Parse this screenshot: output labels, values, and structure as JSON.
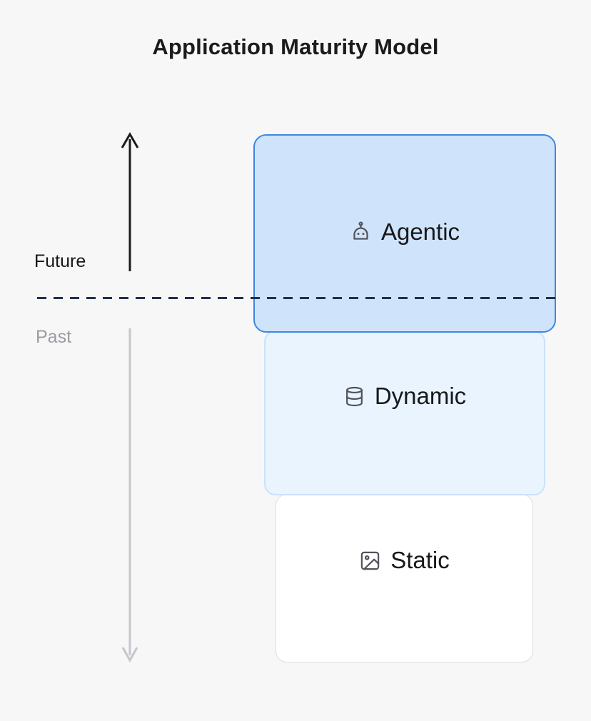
{
  "title": "Application Maturity Model",
  "axis": {
    "future_label": "Future",
    "past_label": "Past",
    "future_arrow_color": "#1b1b1d",
    "past_arrow_color": "#c6c6cb",
    "dashed_line_color": "#22304a"
  },
  "levels": [
    {
      "label": "Agentic",
      "icon": "robot-icon",
      "fill": "#cfe4fa",
      "border": "#3d87e0"
    },
    {
      "label": "Dynamic",
      "icon": "database-icon",
      "fill": "#eaf4fe",
      "border": "#cbe2fa"
    },
    {
      "label": "Static",
      "icon": "image-icon",
      "fill": "#ffffff",
      "border": "#dddde2"
    }
  ],
  "colors": {
    "background": "#f7f7f8",
    "label_text": "#18181b",
    "icon_stroke": "#52525b"
  }
}
